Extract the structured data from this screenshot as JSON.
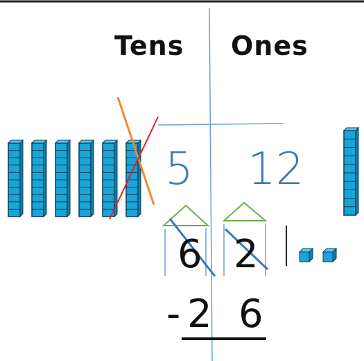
{
  "headers": {
    "tens": "Tens",
    "ones": "Ones"
  },
  "regrouped": {
    "tens": "5",
    "ones": "12"
  },
  "top_number": {
    "tens": "6",
    "ones": "2"
  },
  "bottom_number": {
    "sign": "-",
    "tens": "2",
    "ones": "6"
  },
  "blocks": {
    "tens_rods": 6,
    "crossed_rods": 1,
    "ones_cubes_unit": 2,
    "extra_rod_right": 1
  },
  "colors": {
    "block": "#1aa5d8",
    "block_edge": "#0d3b57",
    "guide_line": "#6aa0d6",
    "handwriting": "#3b78b8",
    "triangle": "#6ab04c",
    "cross_orange": "#f08a2a",
    "cross_red": "#e0202a"
  }
}
